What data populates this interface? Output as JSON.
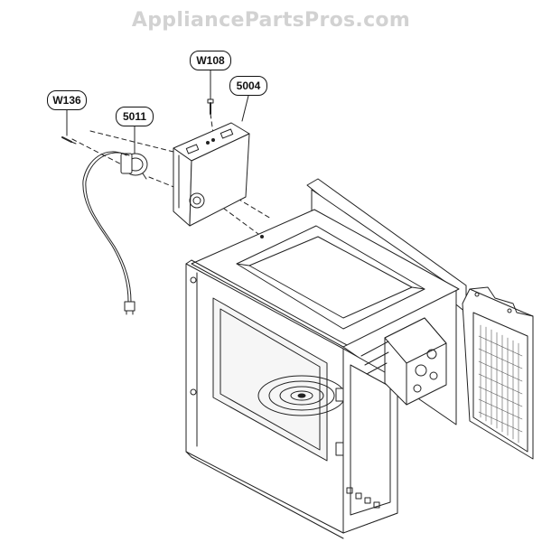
{
  "watermark": "AppliancePartsPros.com",
  "callouts": {
    "w136": "W136",
    "p5011": "5011",
    "w108": "W108",
    "p5004": "5004"
  }
}
